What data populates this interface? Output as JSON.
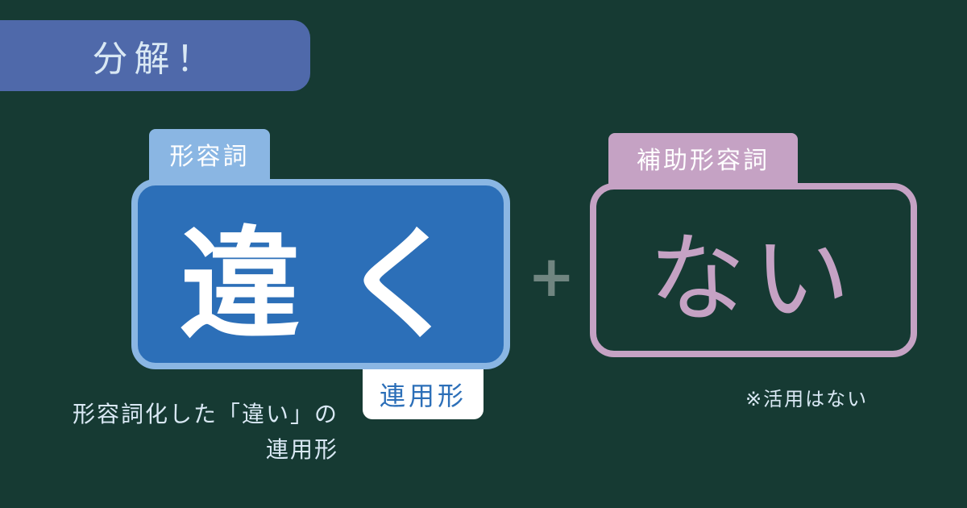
{
  "banner": {
    "title": "分解！"
  },
  "main_word": {
    "tag": "形容詞",
    "text": "違く",
    "form_tag": "連用形",
    "colors": {
      "fill": "#2c6fb8",
      "border": "#8ab6e3"
    }
  },
  "operator": {
    "symbol": "+"
  },
  "aux_word": {
    "tag": "補助形容詞",
    "text": "ない",
    "color": "#c5a2c4"
  },
  "notes": {
    "left_line1": "形容詞化した「違い」の",
    "left_line2": "連用形",
    "right": "※活用はない"
  },
  "colors": {
    "background": "#163a33",
    "banner": "#4f69aa"
  }
}
